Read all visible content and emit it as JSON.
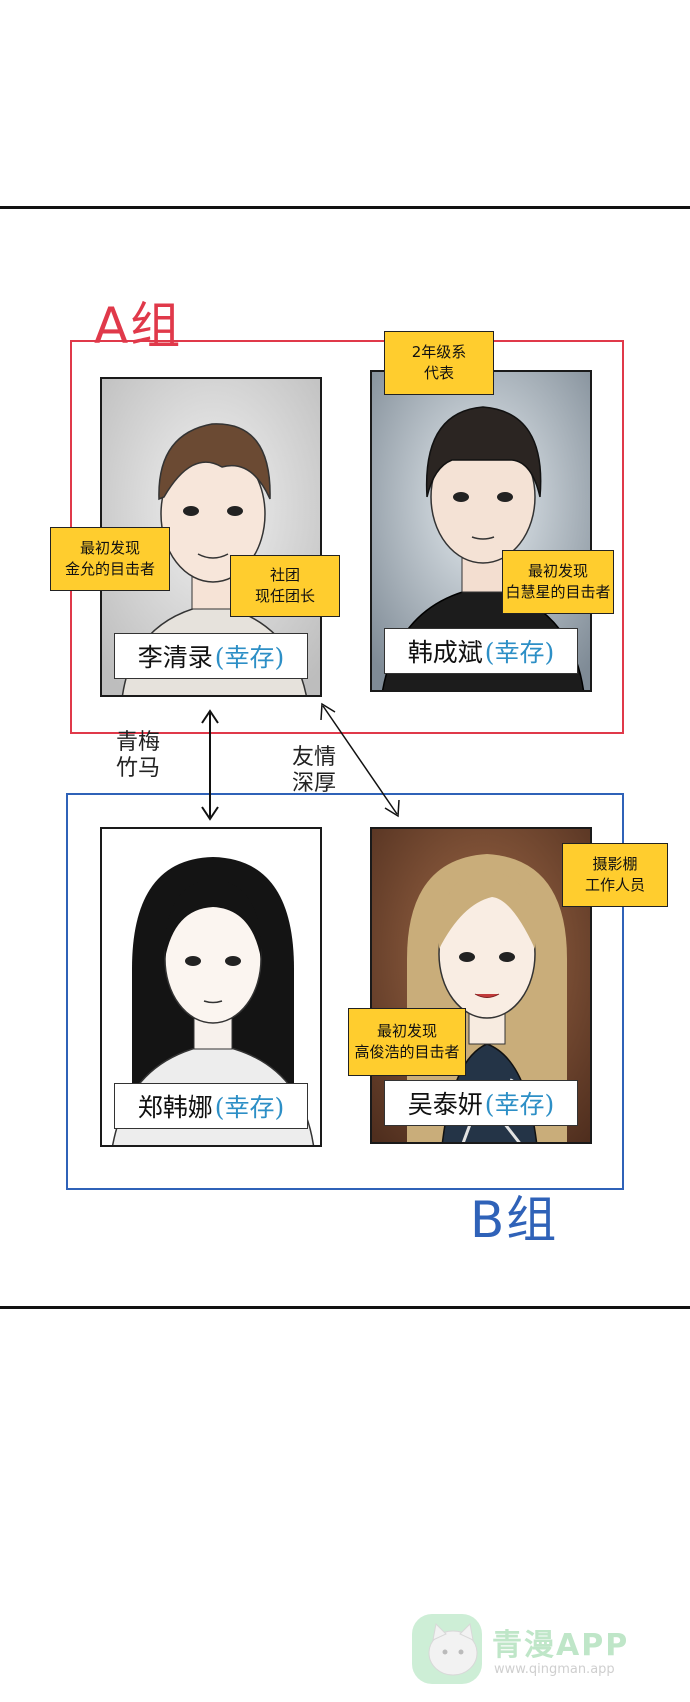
{
  "groups": {
    "a_label": "A组",
    "b_label": "B组",
    "a_color": "#e0394a",
    "b_color": "#2f62b8"
  },
  "cards": [
    {
      "name": "李清录",
      "status": "(幸存)"
    },
    {
      "name": "韩成斌",
      "status": "(幸存)"
    },
    {
      "name": "郑韩娜",
      "status": "(幸存)"
    },
    {
      "name": "吴泰妍",
      "status": "(幸存)"
    }
  ],
  "notes": {
    "n1": {
      "line1": "2年级系",
      "line2": "代表"
    },
    "n2": {
      "line1": "最初发现",
      "line2": "金允的目击者"
    },
    "n3": {
      "line1": "社团",
      "line2": "现任团长"
    },
    "n4": {
      "line1": "最初发现",
      "line2": "白慧星的目击者"
    },
    "n5": {
      "line1": "摄影棚",
      "line2": "工作人员"
    },
    "n6": {
      "line1": "最初发现",
      "line2": "高俊浩的目击者"
    }
  },
  "relations": {
    "r1": {
      "line1": "青梅",
      "line2": "竹马"
    },
    "r2": {
      "line1": "友情",
      "line2": "深厚"
    }
  },
  "watermark": {
    "title": "青漫APP",
    "url": "www.qingman.app"
  },
  "icons": [
    "double-arrow-icon",
    "cat-logo-icon"
  ]
}
